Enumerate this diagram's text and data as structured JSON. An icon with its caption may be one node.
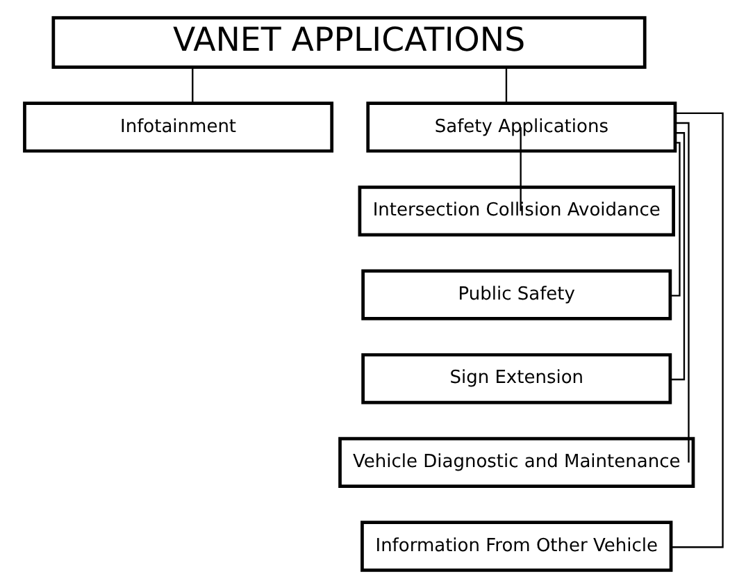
{
  "diagram": {
    "nodes": [
      {
        "text": [
          "VANET APPLICATIONS"
        ]
      },
      {
        "text": [
          "Infotainment"
        ]
      },
      {
        "text": [
          "Safety Applications"
        ]
      },
      {
        "text": [
          "Intersection Collision Avoidance"
        ]
      },
      {
        "text": [
          "Public Safety"
        ]
      },
      {
        "text": [
          "Sign Extension"
        ]
      },
      {
        "text": [
          "Vehicle Diagnostic and Maintenance"
        ]
      },
      {
        "text": [
          "Information From Other Vehicle"
        ]
      }
    ],
    "edges": [
      {
        "from": 0,
        "to": 1,
        "arrow": "none"
      },
      {
        "from": 0,
        "to": 2,
        "arrow": "none"
      },
      {
        "from": 2,
        "to": 3,
        "arrow": "none"
      },
      {
        "from": 2,
        "to": 4,
        "arrow": "none"
      },
      {
        "from": 2,
        "to": 5,
        "arrow": "none"
      },
      {
        "from": 2,
        "to": 6,
        "arrow": "none"
      },
      {
        "from": 2,
        "to": 7,
        "arrow": "none"
      }
    ]
  }
}
